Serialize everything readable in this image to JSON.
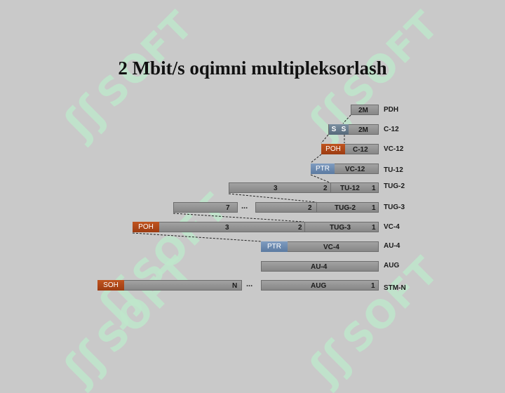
{
  "title": "2 Mbit/s oqimni multipleksorlash",
  "watermark": "SOFT",
  "rows": {
    "pdh": {
      "label": "PDH",
      "box": "2M"
    },
    "c12": {
      "label": "C-12",
      "s1": "S",
      "s2": "S",
      "box": "2M"
    },
    "vc12": {
      "label": "VC-12",
      "poh": "POH",
      "box": "C-12"
    },
    "tu12": {
      "label": "TU-12",
      "ptr": "PTR",
      "box": "VC-12"
    },
    "tug2": {
      "label": "TUG-2",
      "n3": "3",
      "n2": "2",
      "box": "TU-12",
      "n1": "1"
    },
    "tug3": {
      "label": "TUG-3",
      "n7": "7",
      "dots": "...",
      "n2": "2",
      "box": "TUG-2",
      "n1": "1"
    },
    "vc4": {
      "label": "VC-4",
      "poh": "POH",
      "n3": "3",
      "n2": "2",
      "box": "TUG-3",
      "n1": "1"
    },
    "au4": {
      "label": "AU-4",
      "ptr": "PTR",
      "box": "VC-4"
    },
    "aug": {
      "label": "AUG",
      "box": "AU-4"
    },
    "stmn": {
      "label": "STM-N",
      "soh": "SOH",
      "nlabel": "N",
      "dots": "...",
      "box": "AUG",
      "n1": "1"
    }
  },
  "colors": {
    "background": "#c9c9c9",
    "poh": "#b0491a",
    "ptr": "#6d8bb1",
    "watermark": "#bfe7cc"
  }
}
